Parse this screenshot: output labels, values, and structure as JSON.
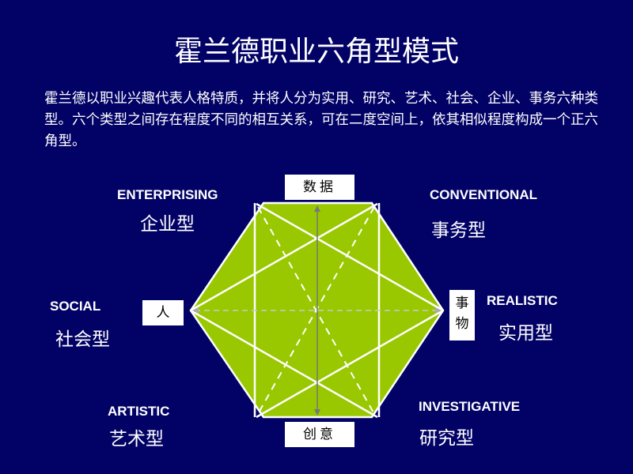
{
  "title": "霍兰德职业六角型模式",
  "intro": "霍兰德以职业兴趣代表人格特质，并将人分为实用、研究、艺术、社会、企业、事务六种类型。六个类型之间存在程度不同的相互关系，可在二度空间上，依其相似程度构成一个正六角型。",
  "types": {
    "enterprising": {
      "en": "ENTERPRISING",
      "cn": "企业型"
    },
    "conventional": {
      "en": "CONVENTIONAL",
      "cn": "事务型"
    },
    "social": {
      "en": "SOCIAL",
      "cn": "社会型"
    },
    "realistic": {
      "en": "REALISTIC",
      "cn": "实用型"
    },
    "artistic": {
      "en": "ARTISTIC",
      "cn": "艺术型"
    },
    "investigative": {
      "en": "INVESTIGATIVE",
      "cn": "研究型"
    }
  },
  "axes": {
    "top": "数据",
    "bottom": "创意",
    "left": "人",
    "right_1": "事",
    "right_2": "物"
  },
  "colors": {
    "background": "#020266",
    "hexagon": "#99c800"
  }
}
